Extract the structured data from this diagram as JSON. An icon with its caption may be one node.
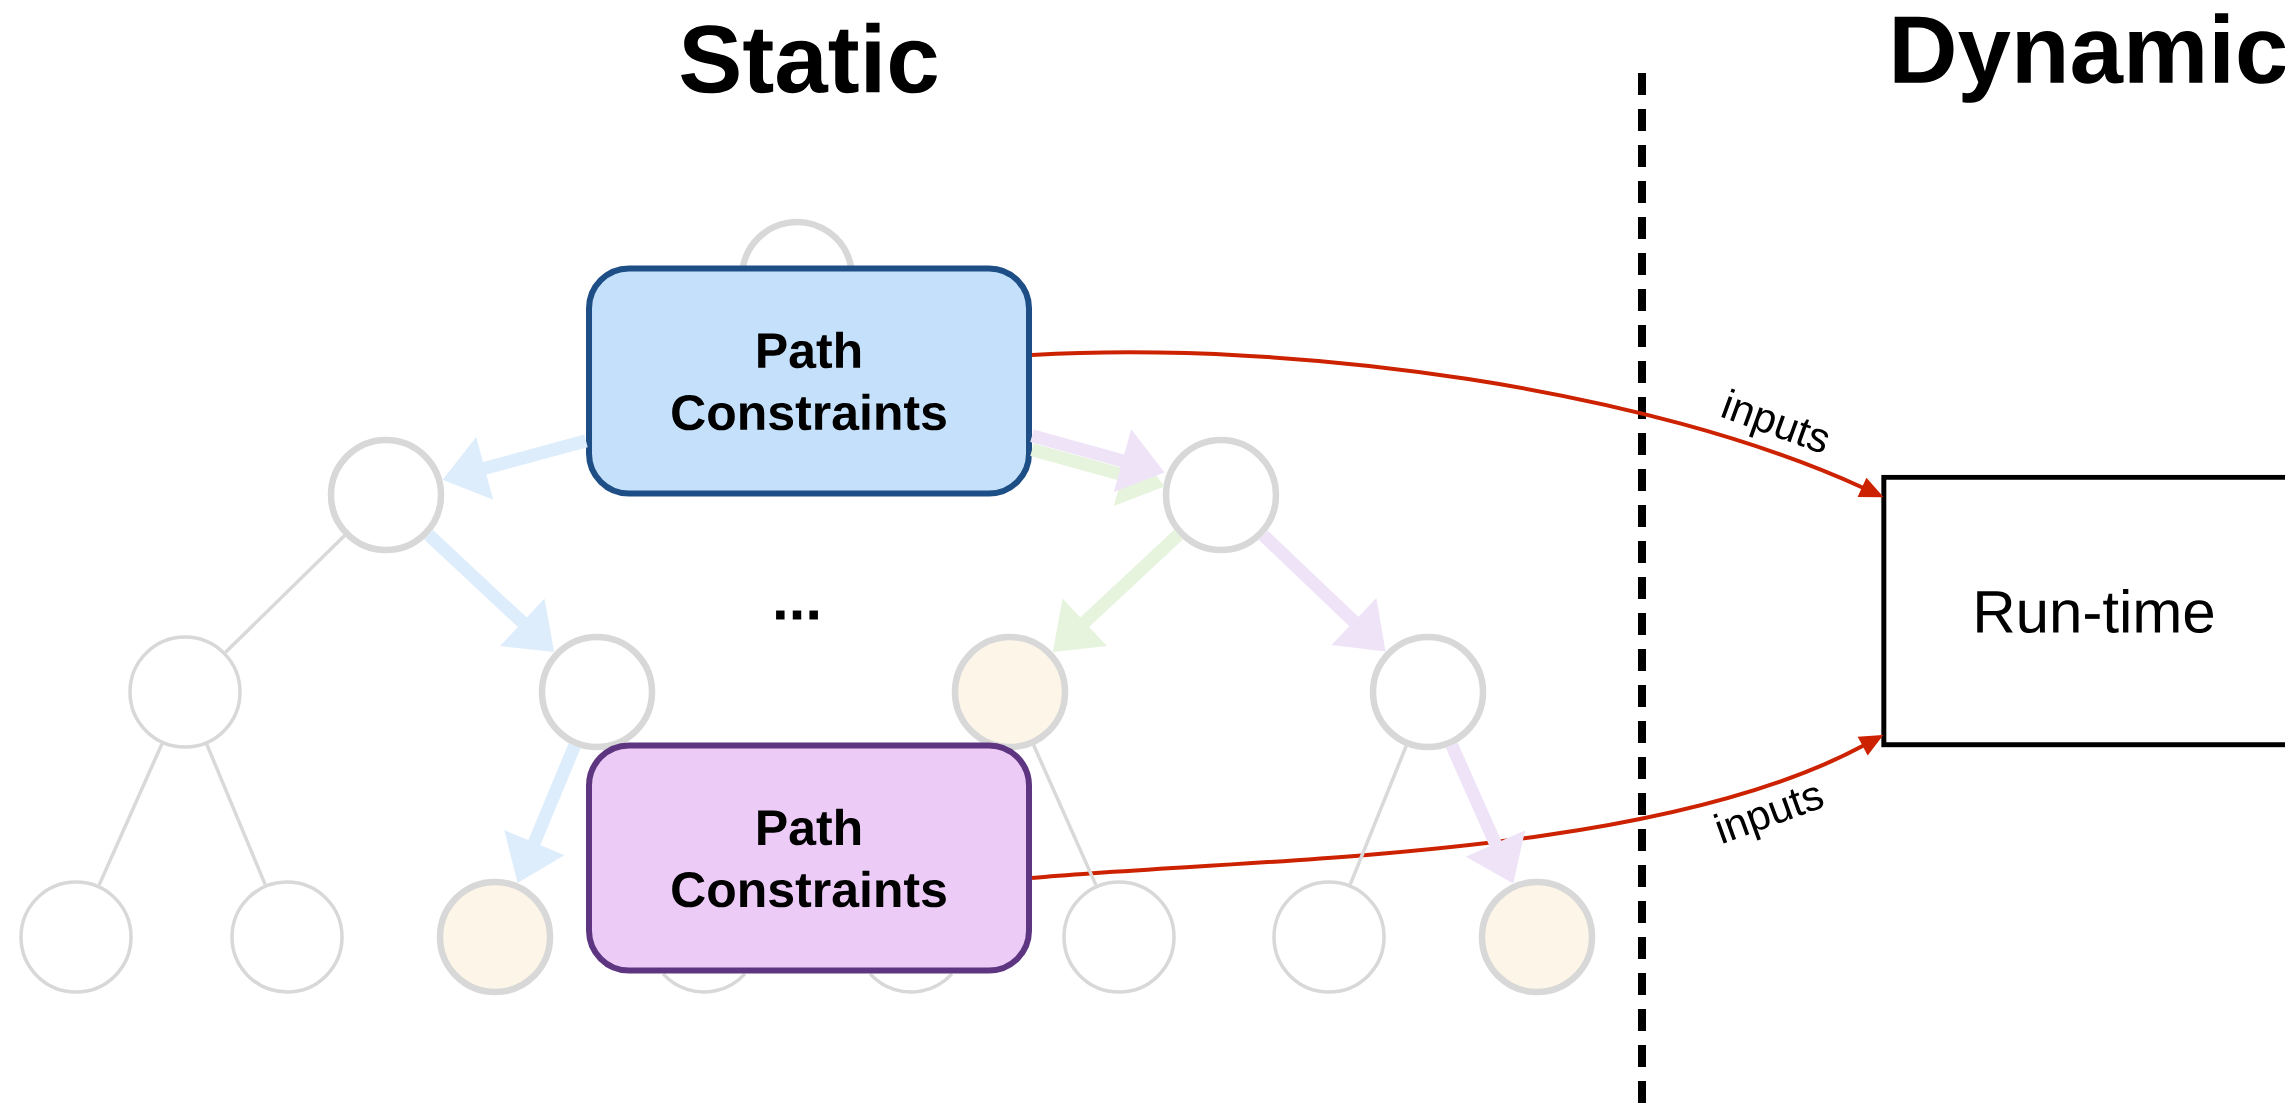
{
  "diagram": {
    "nodes": [
      {
        "text": [],
        "shape": "circle"
      },
      {
        "text": [
          "Path Constraints"
        ]
      },
      {
        "text": [],
        "shape": "circle"
      },
      {
        "text": [],
        "shape": "circle"
      },
      {
        "text": [],
        "shape": "circle"
      },
      {
        "text": [],
        "shape": "circle"
      },
      {
        "text": [],
        "shape": "circle"
      },
      {
        "text": [],
        "shape": "circle"
      },
      {
        "text": [
          "Path Constraints"
        ]
      },
      {
        "text": [],
        "shape": "circle"
      },
      {
        "text": [],
        "shape": "circle"
      },
      {
        "text": [],
        "shape": "circle"
      },
      {
        "text": [],
        "shape": "circle"
      },
      {
        "text": [],
        "shape": "circle"
      },
      {
        "text": [],
        "shape": "circle"
      },
      {
        "text": [],
        "shape": "circle"
      },
      {
        "text": [],
        "shape": "circle"
      },
      {
        "text": [
          "Run-time"
        ]
      }
    ],
    "edges": [
      {
        "from": 1,
        "to": 17,
        "arrow": "to",
        "label": "inputs",
        "color": "#cc2200"
      },
      {
        "from": 8,
        "to": 17,
        "arrow": "to",
        "label": "inputs",
        "color": "#cc2200"
      },
      {
        "from": 1,
        "to": 2,
        "arrow": "to",
        "color": "#deedfc"
      },
      {
        "from": 1,
        "to": 3,
        "arrow": "to",
        "color": "#e6f4de"
      },
      {
        "from": 1,
        "to": 3,
        "arrow": "to",
        "color": "#efe3f8"
      },
      {
        "from": 2,
        "to": 4,
        "arrow": "none",
        "color": "#d9d9d9"
      },
      {
        "from": 2,
        "to": 5,
        "arrow": "to",
        "color": "#deedfc"
      },
      {
        "from": 3,
        "to": 6,
        "arrow": "to",
        "color": "#e6f4de"
      },
      {
        "from": 3,
        "to": 7,
        "arrow": "to",
        "color": "#efe3f8"
      },
      {
        "from": 4,
        "to": 9,
        "arrow": "none",
        "color": "#d9d9d9"
      },
      {
        "from": 4,
        "to": 10,
        "arrow": "none",
        "color": "#d9d9d9"
      },
      {
        "from": 5,
        "to": 11,
        "arrow": "to",
        "color": "#deedfc"
      },
      {
        "from": 6,
        "to": 14,
        "arrow": "none",
        "color": "#d9d9d9"
      },
      {
        "from": 7,
        "to": 15,
        "arrow": "none",
        "color": "#d9d9d9"
      },
      {
        "from": 7,
        "to": 16,
        "arrow": "to",
        "color": "#efe3f8"
      }
    ],
    "labels": [
      "Static",
      "Dynamic",
      "..."
    ]
  }
}
